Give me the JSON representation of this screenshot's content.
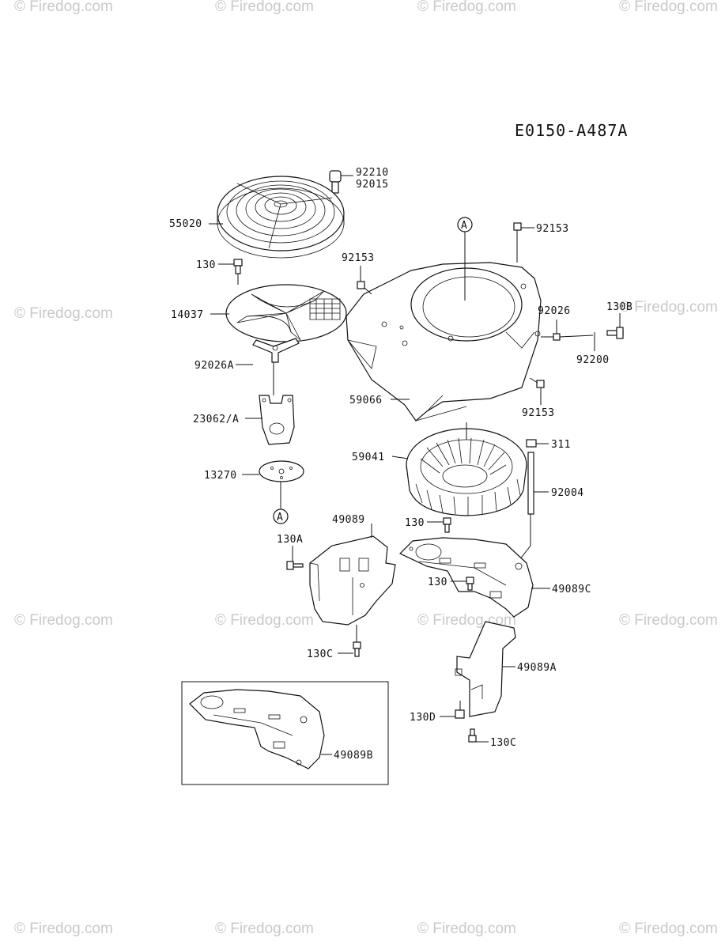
{
  "diagram_code": "E0150-A487A",
  "watermark": "© Firedog.com",
  "callouts": {
    "ref_a": "A",
    "p92210": "92210",
    "p92015": "92015",
    "p55020": "55020",
    "p130_top": "130",
    "p14037": "14037",
    "p92026a": "92026A",
    "p23062": "23062/A",
    "p13270": "13270",
    "p92153_a": "92153",
    "p92153_b": "92153",
    "p92153_c": "92153",
    "p92026": "92026",
    "p130b": "130B",
    "p92200": "92200",
    "p59066": "59066",
    "p59041": "59041",
    "p311": "311",
    "p92004": "92004",
    "p49089": "49089",
    "p130a": "130A",
    "p130_mid": "130",
    "p130_low": "130",
    "p49089c": "49089C",
    "p130c_left": "130C",
    "p49089a": "49089A",
    "p130d": "130D",
    "p130c_right": "130C",
    "p49089b": "49089B"
  }
}
